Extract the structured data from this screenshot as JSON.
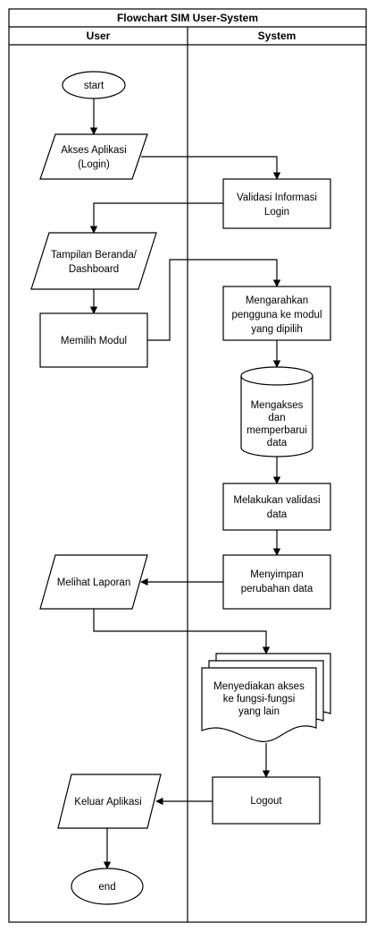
{
  "title": "Flowchart SIM User-System",
  "lanes": {
    "user": "User",
    "system": "System"
  },
  "nodes": {
    "start": {
      "type": "terminator",
      "lines": [
        "start"
      ]
    },
    "akses_aplikasi": {
      "type": "data",
      "lines": [
        "Akses Aplikasi",
        "(Login)"
      ]
    },
    "validasi_informasi": {
      "type": "process",
      "lines": [
        "Validasi Informasi",
        "Login"
      ]
    },
    "tampilan_beranda": {
      "type": "data",
      "lines": [
        "Tampilan Beranda/",
        "Dashboard"
      ]
    },
    "memilih_modul": {
      "type": "process",
      "lines": [
        "Memilih Modul"
      ]
    },
    "mengarahkan": {
      "type": "process",
      "lines": [
        "Mengarahkan",
        "pengguna ke modul",
        "yang dipilih"
      ]
    },
    "mengakses_data": {
      "type": "database",
      "lines": [
        "Mengakses",
        "dan",
        "memperbarui",
        "data"
      ]
    },
    "validasi_data": {
      "type": "process",
      "lines": [
        "Melakukan validasi",
        "data"
      ]
    },
    "menyimpan": {
      "type": "process",
      "lines": [
        "Menyimpan",
        "perubahan data"
      ]
    },
    "melihat_laporan": {
      "type": "data",
      "lines": [
        "Melihat Laporan"
      ]
    },
    "menyediakan": {
      "type": "multi-document",
      "lines": [
        "Menyediakan akses",
        "ke fungsi-fungsi",
        "yang lain"
      ]
    },
    "logout": {
      "type": "process",
      "lines": [
        "Logout"
      ]
    },
    "keluar_aplikasi": {
      "type": "data",
      "lines": [
        "Keluar Aplikasi"
      ]
    },
    "end": {
      "type": "terminator",
      "lines": [
        "end"
      ]
    }
  },
  "edges": [
    {
      "from": "start",
      "to": "akses_aplikasi"
    },
    {
      "from": "akses_aplikasi",
      "to": "validasi_informasi"
    },
    {
      "from": "validasi_informasi",
      "to": "tampilan_beranda"
    },
    {
      "from": "tampilan_beranda",
      "to": "memilih_modul"
    },
    {
      "from": "memilih_modul",
      "to": "mengarahkan"
    },
    {
      "from": "mengarahkan",
      "to": "mengakses_data"
    },
    {
      "from": "mengakses_data",
      "to": "validasi_data"
    },
    {
      "from": "validasi_data",
      "to": "menyimpan"
    },
    {
      "from": "menyimpan",
      "to": "melihat_laporan"
    },
    {
      "from": "melihat_laporan",
      "to": "menyediakan"
    },
    {
      "from": "menyediakan",
      "to": "logout"
    },
    {
      "from": "logout",
      "to": "keluar_aplikasi"
    },
    {
      "from": "keluar_aplikasi",
      "to": "end"
    }
  ]
}
